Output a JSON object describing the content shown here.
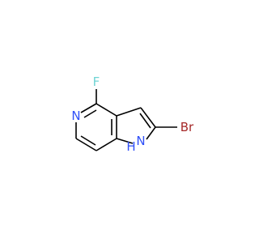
{
  "molecule": {
    "atoms": {
      "fluorine": {
        "symbol": "F",
        "color": "#70D4D4"
      },
      "pyridine_nitrogen": {
        "symbol": "N",
        "color": "#3050F8"
      },
      "pyrrole_nitrogen": {
        "symbol": "N",
        "color": "#3050F8"
      },
      "pyrrole_hydrogen": {
        "symbol": "H",
        "color": "#3050F8"
      },
      "bromine": {
        "symbol": "Br",
        "color": "#A62929"
      }
    },
    "bond_color": "#000000"
  }
}
